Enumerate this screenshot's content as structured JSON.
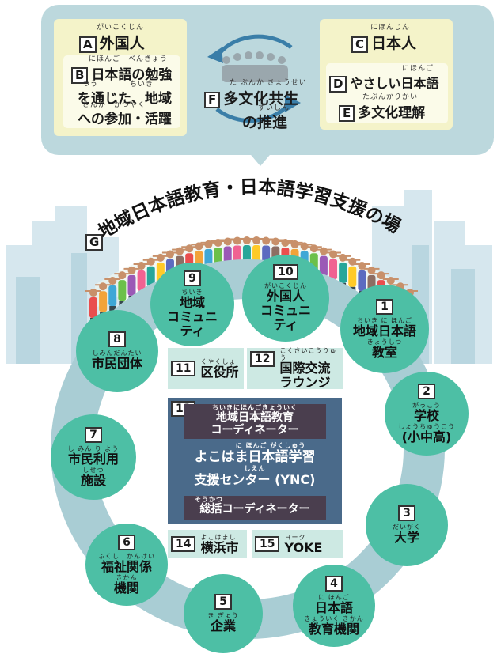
{
  "top": {
    "A": {
      "tag": "A",
      "ruby": "がいこくじん",
      "label": "外国人"
    },
    "B": {
      "tag": "B",
      "ruby1": "にほんご　べんきょう",
      "line1": "日本語の勉強",
      "ruby2": "つう　　　　ちいき",
      "line2": "を通じた、地域",
      "ruby3": "さんか　かつやく",
      "line3": "への参加・活躍"
    },
    "C": {
      "tag": "C",
      "ruby": "にほんじん",
      "label": "日本人"
    },
    "D": {
      "tag": "D",
      "ruby": "にほんご",
      "label": "やさしい日本語"
    },
    "E": {
      "tag": "E",
      "ruby": "たぶんかりかい",
      "label": "多文化理解"
    },
    "F": {
      "tag": "F",
      "ruby1": "た ぶんか きょうせい",
      "line1": "多文化共生",
      "ruby2": "すいしん",
      "line2": "の推進"
    }
  },
  "G": {
    "tag": "G",
    "title": "地域日本語教育・日本語学習支援の場"
  },
  "nodes": [
    {
      "num": "1",
      "ruby": "ちいき に ほんご",
      "label1": "地域日本語",
      "ruby2": "きょうしつ",
      "label2": "教室"
    },
    {
      "num": "2",
      "ruby": "がっこう",
      "label1": "学校",
      "ruby2": "しょうちゅうこう",
      "label2": "(小中高)"
    },
    {
      "num": "3",
      "ruby": "だいがく",
      "label1": "大学"
    },
    {
      "num": "4",
      "ruby": "に ほんご",
      "label1": "日本語",
      "ruby2": "きょういく きかん",
      "label2": "教育機関"
    },
    {
      "num": "5",
      "ruby": "き ぎょう",
      "label1": "企業"
    },
    {
      "num": "6",
      "ruby": "ふくし　かんけい",
      "label1": "福祉関係",
      "ruby2": "きかん",
      "label2": "機関"
    },
    {
      "num": "7",
      "ruby": "し みん り よう",
      "label1": "市民利用",
      "ruby2": "しせつ",
      "label2": "施設"
    },
    {
      "num": "8",
      "ruby": "しみんだんたい",
      "label1": "市民団体"
    },
    {
      "num": "9",
      "ruby": "ちいき",
      "label1": "地域",
      "label2": "コミュニ",
      "label3": "ティ"
    },
    {
      "num": "10",
      "ruby": "がいこくじん",
      "label1": "外国人",
      "label2": "コミュニ",
      "label3": "ティ"
    }
  ],
  "rects": [
    {
      "num": "11",
      "ruby": "くやくしょ",
      "label": "区役所"
    },
    {
      "num": "12",
      "ruby": "こくさいこうりゅう",
      "label": "国際交流",
      "label2": "ラウンジ"
    },
    {
      "num": "14",
      "ruby": "よこはまし",
      "label": "横浜市"
    },
    {
      "num": "15",
      "ruby": "ヨーク",
      "label": "YOKE"
    }
  ],
  "ync": {
    "num": "13",
    "band1_ruby": "ちいきにほんごきょういく",
    "band1_line1": "地域日本語教育",
    "band1_line2": "コーディネーター",
    "title_ruby": "に ほんご がくしゅう",
    "title1": "よこはま日本語学習",
    "title_ruby2": "しえん",
    "title2": "支援センター (YNC)",
    "band2_ruby": "そうかつ",
    "band2_label": "総括コーディネーター"
  },
  "colors": {
    "bubble": "#bcd8dd",
    "yellow": "#f4f3c9",
    "node": "#4dbfa5",
    "ring": "#a9cdd4",
    "rect": "#cde9e3",
    "ync": "#4a6a8a",
    "band": "#4a3e4e"
  }
}
